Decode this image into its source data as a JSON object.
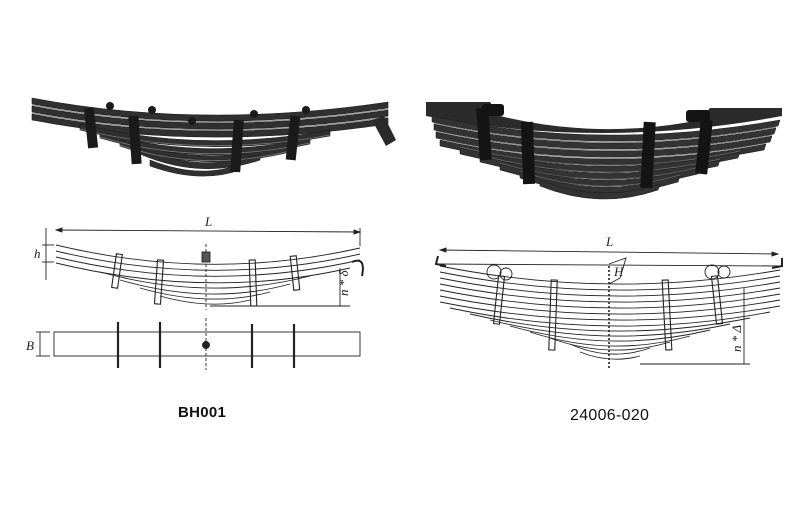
{
  "products": [
    {
      "model": "BH001",
      "photo": "leaf-spring-photo-with-hook-end",
      "drawing": {
        "dimension_labels": {
          "length": "L",
          "height": "h",
          "stack": "n * δ",
          "width": "B"
        },
        "clamp_count": 4,
        "leaf_count": 8
      }
    },
    {
      "model": "24006-020",
      "photo": "leaf-spring-photo-with-eye-ends",
      "drawing": {
        "dimension_labels": {
          "length": "L",
          "height": "H",
          "stack": "n * Δ"
        },
        "clamp_count": 4,
        "leaf_count": 15
      }
    }
  ],
  "colors": {
    "background": "#ffffff",
    "spring_metal": "#2e2e2e",
    "spring_highlight": "#6a6a6a",
    "drawing_line": "#222222"
  }
}
